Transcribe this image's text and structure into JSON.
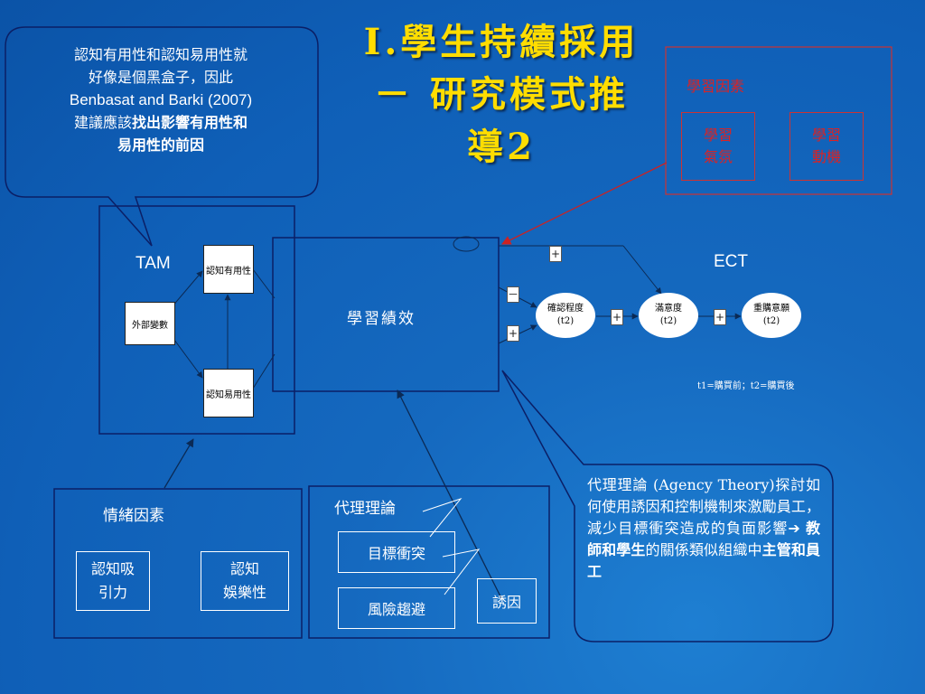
{
  "slide": {
    "title_line1": "I.學生持續採用",
    "title_line2": "－ 研究模式推",
    "title_line3": "導2"
  },
  "callout_left": {
    "line1": "認知有用性和認知易用性就",
    "line2": "好像是個黑盒子，因此",
    "line3": "Benbasat and Barki (2007)",
    "line4_plain": "建議應該",
    "line4_bold": "找出影響有用性和",
    "line5_bold": "易用性的前因"
  },
  "tam": {
    "label": "TAM",
    "external": "外部變數",
    "usefulness": "認知有用性",
    "ease": "認知易用性"
  },
  "main": {
    "label": "學習績效"
  },
  "ect": {
    "label": "ECT",
    "confirm_line1": "確認程度",
    "confirm_line2": "(t2)",
    "satisfaction_line1": "滿意度",
    "satisfaction_line2": "(t2)",
    "repurchase_line1": "重購意願",
    "repurchase_line2": "(t2)",
    "note": "t1=購買前；t2=購買後",
    "plus": "+",
    "minus": "－"
  },
  "learning_factors": {
    "heading": "學習因素",
    "atmosphere_line1": "學習",
    "atmosphere_line2": "氣氛",
    "motivation_line1": "學習",
    "motivation_line2": "動機"
  },
  "emotion": {
    "heading": "情緒因素",
    "attraction_line1": "認知吸",
    "attraction_line2": "引力",
    "enjoyment_line1": "認知",
    "enjoyment_line2": "娛樂性"
  },
  "agency_box": {
    "heading": "代理理論",
    "goal_conflict": "目標衝突",
    "risk_avoid": "風險趨避",
    "incentive": "誘因"
  },
  "callout_right": {
    "text": "代理理論 (Agency Theory)探討如何使用誘因和控制機制來激勵員工，減少目標衝突造成的負面影響",
    "arrow": "➔",
    "bold1": "教師和學生",
    "plain": "的關係類似組織中",
    "bold2": "主管和員工"
  },
  "colors": {
    "background": "#1565c0",
    "title": "#ffdd00",
    "learning_factor_text": "#dd2222",
    "arrow_dark": "#0b2a55"
  }
}
